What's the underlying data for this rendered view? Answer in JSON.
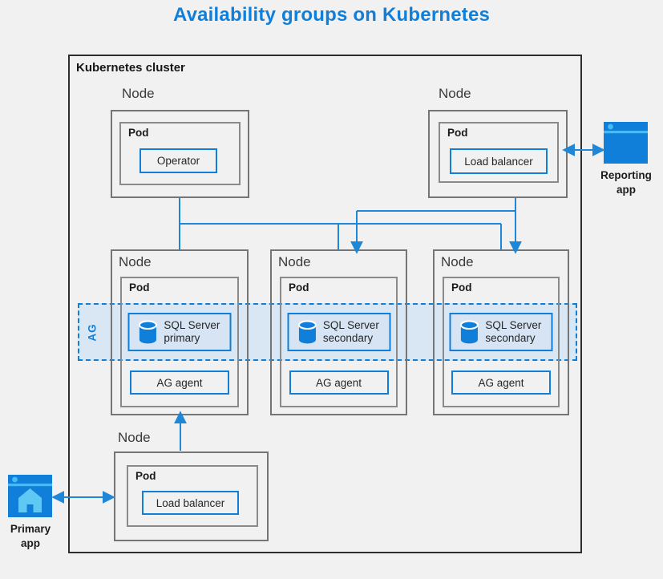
{
  "title": "Availability groups on Kubernetes",
  "cluster_label": "Kubernetes cluster",
  "top_nodes": [
    {
      "node_label": "Node",
      "pod_label": "Pod",
      "item": "Operator"
    },
    {
      "node_label": "Node",
      "pod_label": "Pod",
      "item": "Load balancer"
    }
  ],
  "sql_nodes": [
    {
      "node_label": "Node",
      "pod_label": "Pod",
      "sql_label": "SQL Server primary",
      "agent_label": "AG agent"
    },
    {
      "node_label": "Node",
      "pod_label": "Pod",
      "sql_label": "SQL Server secondary",
      "agent_label": "AG agent"
    },
    {
      "node_label": "Node",
      "pod_label": "Pod",
      "sql_label": "SQL Server secondary",
      "agent_label": "AG agent"
    }
  ],
  "bottom_node": {
    "node_label": "Node",
    "pod_label": "Pod",
    "item": "Load balancer"
  },
  "ag_band_label": "AG",
  "apps": {
    "reporting": {
      "label": "Reporting app"
    },
    "primary": {
      "label": "Primary app"
    }
  },
  "icons": {
    "reporting": "app-window-icon",
    "primary": "app-window-home-icon",
    "sql": "database-icon"
  },
  "colors": {
    "accent_blue": "#0f7fd9",
    "arrow_blue": "#1e87d7",
    "band_fill": "#d9e6f4",
    "sql_fill": "#d6e4f3",
    "icon_light_blue": "#45bdf0",
    "house_light_blue": "#5fc9f4",
    "node_border_gray": "#757575",
    "cluster_border": "#2e2e2e",
    "background": "#f1f1f2"
  }
}
